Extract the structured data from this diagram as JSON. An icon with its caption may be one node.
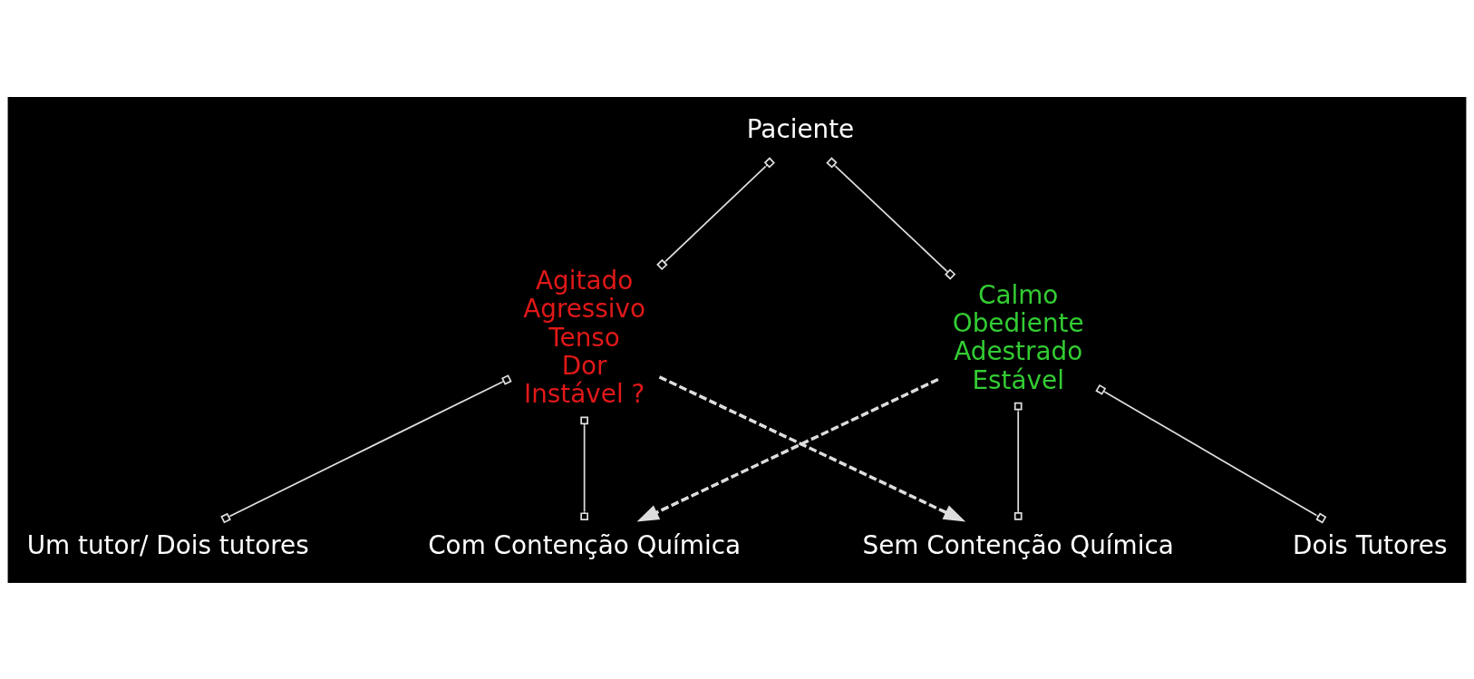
{
  "diagram": {
    "nodes": [
      {
        "text": [
          "Paciente"
        ]
      },
      {
        "text": [
          "Agitado",
          "Agressivo",
          "Tenso",
          "Dor",
          "Instável ?"
        ]
      },
      {
        "text": [
          "Calmo",
          "Obediente",
          "Adestrado",
          "Estável"
        ]
      },
      {
        "text": [
          "Um tutor/ Dois tutores"
        ]
      },
      {
        "text": [
          "Com Contenção Química"
        ]
      },
      {
        "text": [
          "Sem Contenção Química"
        ]
      },
      {
        "text": [
          "Dois Tutores"
        ]
      }
    ],
    "edges": [
      {
        "from": 0,
        "to": 1,
        "arrow": "other"
      },
      {
        "from": 0,
        "to": 2,
        "arrow": "other"
      },
      {
        "from": 1,
        "to": 3,
        "arrow": "other"
      },
      {
        "from": 1,
        "to": 4,
        "arrow": "other"
      },
      {
        "from": 2,
        "to": 5,
        "arrow": "other"
      },
      {
        "from": 2,
        "to": 6,
        "arrow": "other"
      },
      {
        "from": 1,
        "to": 5,
        "arrow": "to",
        "style": "dashed"
      },
      {
        "from": 2,
        "to": 4,
        "arrow": "to",
        "style": "dashed"
      }
    ]
  }
}
